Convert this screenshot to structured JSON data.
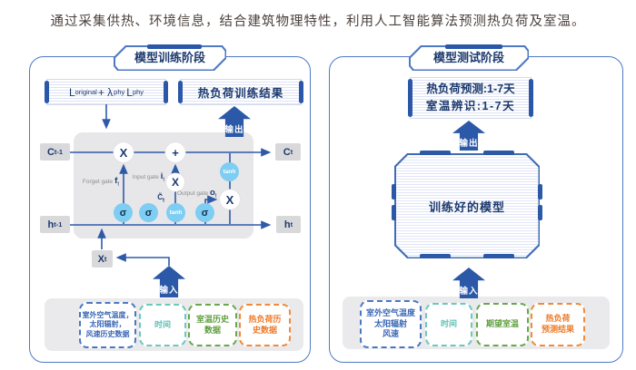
{
  "description": "通过采集供热、环境信息，结合建筑物理特性，利用人工智能算法预测热负荷及室温。",
  "colors": {
    "accent_blue": "#2b57a8",
    "line_blue": "#2f5aa8",
    "panel_border": "#4e79c5",
    "node_light_blue": "#7ecdf2",
    "navy_text": "#1d3a6e",
    "category_blue": "#3a68b5",
    "category_teal": "#5fc0b5",
    "category_green": "#5f9e3e",
    "category_orange": "#ee7b28"
  },
  "training": {
    "title": "模型训练阶段",
    "loss": {
      "l1": "L",
      "s1": "original",
      "op": "+ λ",
      "s2": "phy",
      "l2": "L",
      "s3": "phy"
    },
    "result": "热负荷训练结果",
    "output_label": "输出",
    "input_label": "输入",
    "lstm": {
      "c_prev_base": "C",
      "c_prev_sub": "t-1",
      "c_next_base": "C",
      "c_next_sub": "t",
      "h_prev_base": "h",
      "h_prev_sub": "t-1",
      "h_next_base": "h",
      "h_next_sub": "t",
      "x_base": "X",
      "x_sub": "t",
      "forget_label": "Forget gate",
      "forget_var": "f",
      "forget_sub": "t",
      "input_label": "Input gate",
      "input_var": "i",
      "input_sub": "t",
      "output_label": "Output gate",
      "output_var": "o",
      "output_sub": "t",
      "cand_var": "C̃",
      "cand_sub": "t",
      "multiply": "X",
      "add": "+",
      "sigma": "σ",
      "tanh": "tanh"
    },
    "inputs": [
      {
        "lines": [
          "室外空气温度，",
          "太阳辐射，",
          "风速历史数据"
        ]
      },
      {
        "lines": [
          "时间"
        ]
      },
      {
        "lines": [
          "室温历史",
          "数据"
        ]
      },
      {
        "lines": [
          "热负荷历",
          "史数据"
        ]
      }
    ]
  },
  "testing": {
    "title": "模型测试阶段",
    "result_line1": "热负荷预测:1-7天",
    "result_line2": "室温辨识:1-7天",
    "model": "训练好的模型",
    "output_label": "输出",
    "input_label": "输入",
    "inputs": [
      {
        "lines": [
          "室外空气温度",
          "太阳辐射",
          "风速"
        ]
      },
      {
        "lines": [
          "时间"
        ]
      },
      {
        "lines": [
          "期望室温"
        ]
      },
      {
        "lines": [
          "热负荷",
          "预测结果"
        ]
      }
    ]
  }
}
